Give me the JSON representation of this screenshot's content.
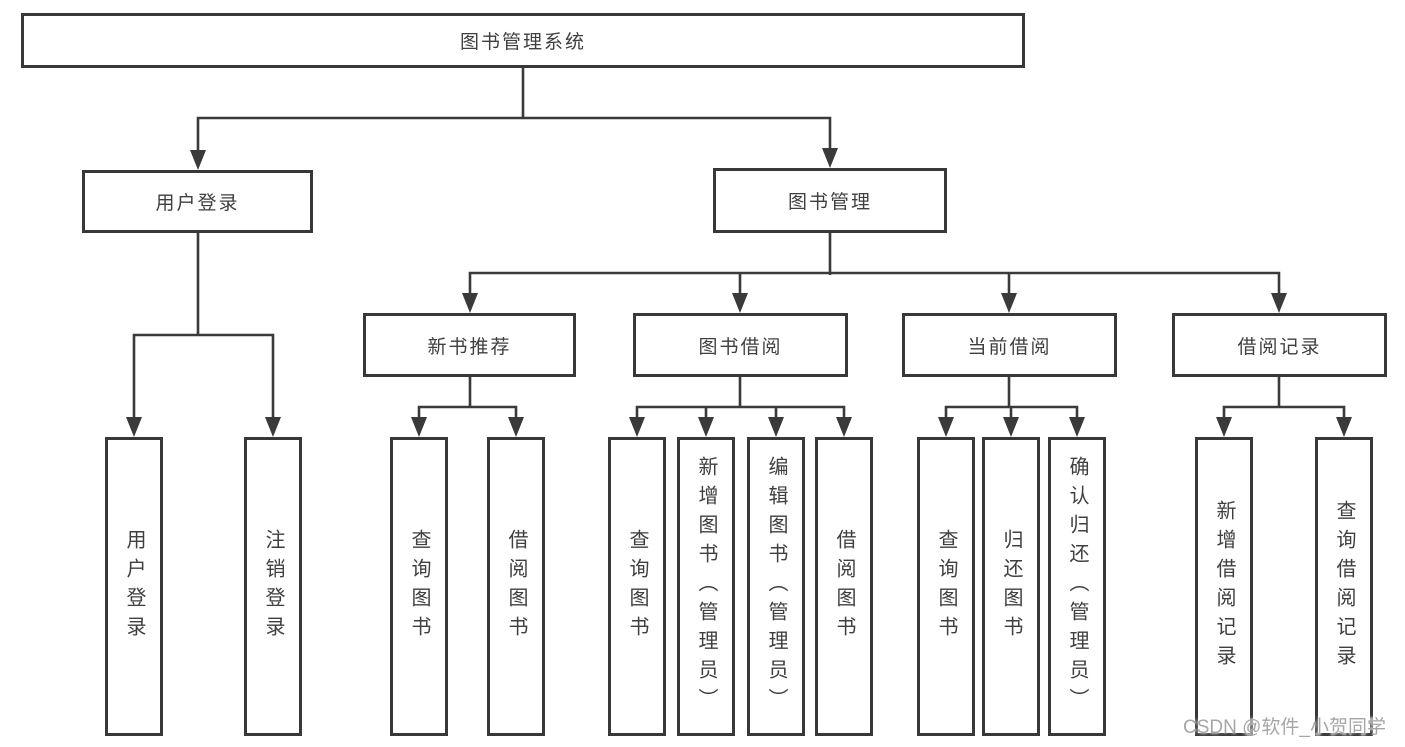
{
  "watermark": "CSDN @软件_小贺同学",
  "colors": {
    "line": "#3a3a3a",
    "box_border": "#383838",
    "text": "#3f3f3f",
    "box_background": "#ffffff",
    "watermark_text": "#a6a6a6"
  },
  "nodes": {
    "root": "图书管理系统",
    "user_login": "用户登录",
    "book_mgmt": "图书管理",
    "new_book_rec": "新书推荐",
    "book_borrow": "图书借阅",
    "current_borrow": "当前借阅",
    "borrow_record": "借阅记录",
    "leaf_user_login": "用户登录",
    "leaf_logout": "注销登录",
    "leaf_query_book_1": "查询图书",
    "leaf_borrow_book_1": "借阅图书",
    "leaf_query_book_2": "查询图书",
    "leaf_add_book": "新增图书（管理员）",
    "leaf_edit_book": "编辑图书（管理员）",
    "leaf_borrow_book_2": "借阅图书",
    "leaf_query_book_3": "查询图书",
    "leaf_return_book": "归还图书",
    "leaf_confirm_return": "确认归还（管理员）",
    "leaf_add_borrow_record": "新增借阅记录",
    "leaf_query_borrow_record": "查询借阅记录"
  },
  "structure": {
    "root": [
      "user_login",
      "book_mgmt"
    ],
    "user_login": [
      "leaf_user_login",
      "leaf_logout"
    ],
    "book_mgmt": [
      "new_book_rec",
      "book_borrow",
      "current_borrow",
      "borrow_record"
    ],
    "new_book_rec": [
      "leaf_query_book_1",
      "leaf_borrow_book_1"
    ],
    "book_borrow": [
      "leaf_query_book_2",
      "leaf_add_book",
      "leaf_edit_book",
      "leaf_borrow_book_2"
    ],
    "current_borrow": [
      "leaf_query_book_3",
      "leaf_return_book",
      "leaf_confirm_return"
    ],
    "borrow_record": [
      "leaf_add_borrow_record",
      "leaf_query_borrow_record"
    ]
  }
}
